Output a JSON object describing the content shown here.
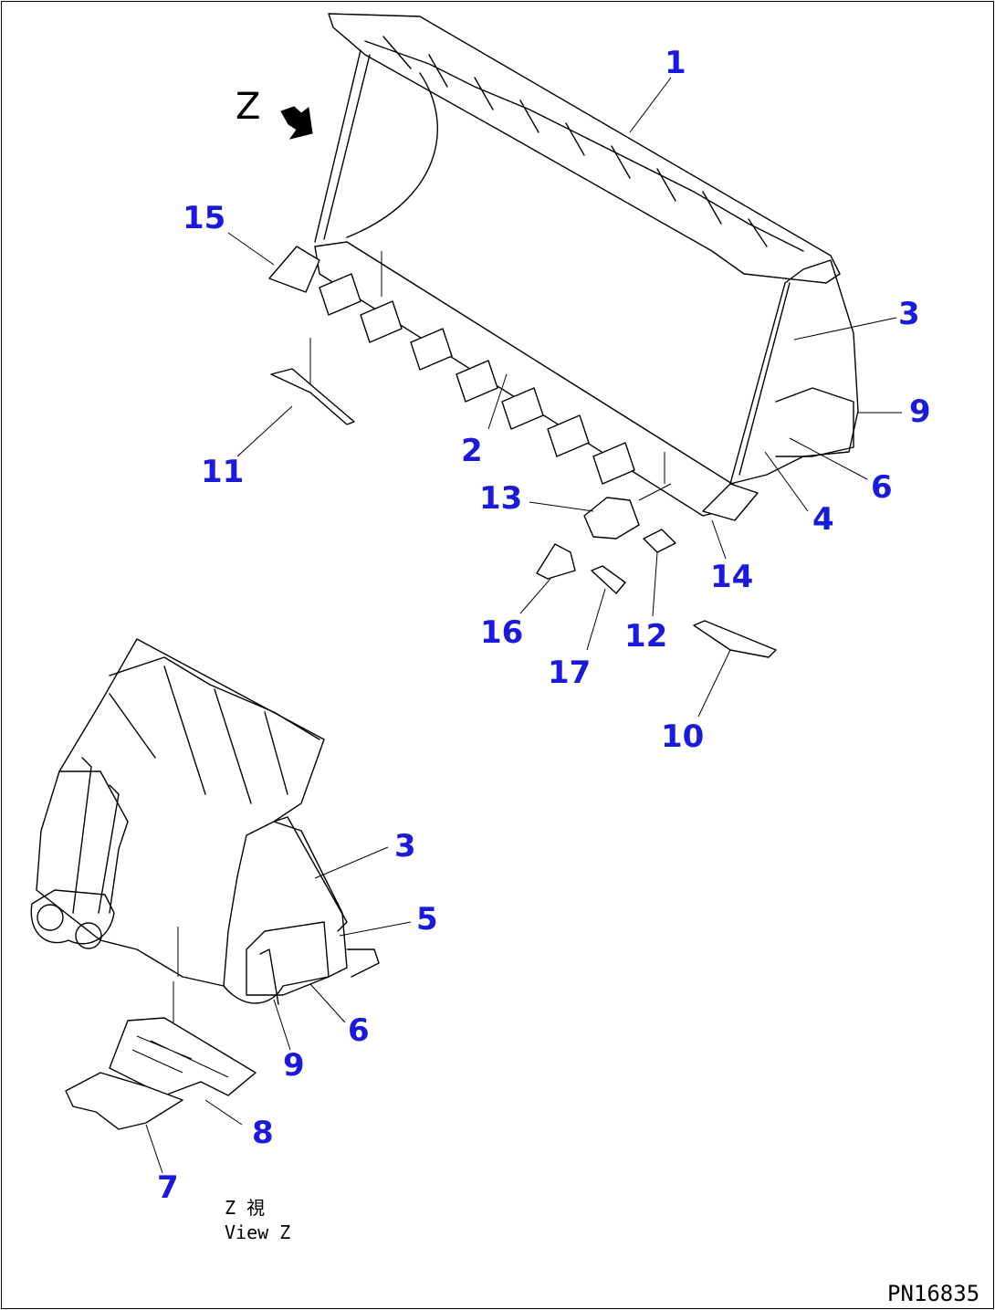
{
  "diagram": {
    "view_marker": "Z",
    "view_caption_line1": "Z 視",
    "view_caption_line2": "View Z",
    "drawing_code": "PN16835",
    "label_color": "#1a1adc",
    "line_color": "#000000",
    "callouts": [
      "1",
      "2",
      "3",
      "4",
      "5",
      "6",
      "7",
      "8",
      "9",
      "10",
      "11",
      "12",
      "13",
      "14",
      "15",
      "16",
      "17"
    ]
  }
}
